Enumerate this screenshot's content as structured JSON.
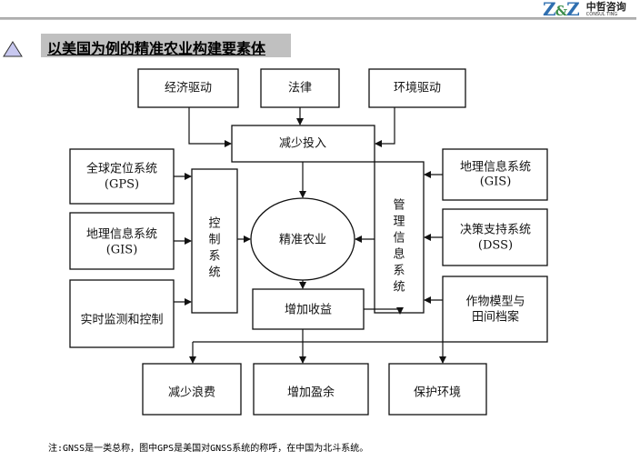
{
  "header": {
    "logo_mark": "Z&Z",
    "logo_cn": "中哲咨询",
    "logo_en": "CONSUL TING",
    "title": "以美国为例的精准农业构建要素体"
  },
  "diagram": {
    "drivers": [
      "经济驱动",
      "法律",
      "环境驱动"
    ],
    "reduce_input": "减少投入",
    "left_inputs": [
      {
        "line1": "全球定位系统",
        "line2": "(GPS)"
      },
      {
        "line1": "地理信息系统",
        "line2": "(GIS)"
      },
      {
        "line1": "实时监测和控制",
        "line2": ""
      }
    ],
    "control_system": [
      "控",
      "制",
      "系",
      "统"
    ],
    "center": "精准农业",
    "management_system": [
      "管",
      "理",
      "信",
      "息",
      "系",
      "统"
    ],
    "right_inputs": [
      {
        "line1": "地理信息系统",
        "line2": "(GIS)"
      },
      {
        "line1": "决策支持系统",
        "line2": "(DSS)"
      },
      {
        "line1": "作物模型与",
        "line2": "田间档案"
      }
    ],
    "increase_income": "增加收益",
    "outcomes": [
      "减少浪费",
      "增加盈余",
      "保护环境"
    ]
  },
  "footnote": "注:GNSS是一类总称，图中GPS是美国对GNSS系统的称呼，在中国为北斗系统。",
  "colors": {
    "box_stroke": "#111111",
    "title_bg": "#c0c0c0",
    "triangle_fill": "#c8c8f0"
  }
}
